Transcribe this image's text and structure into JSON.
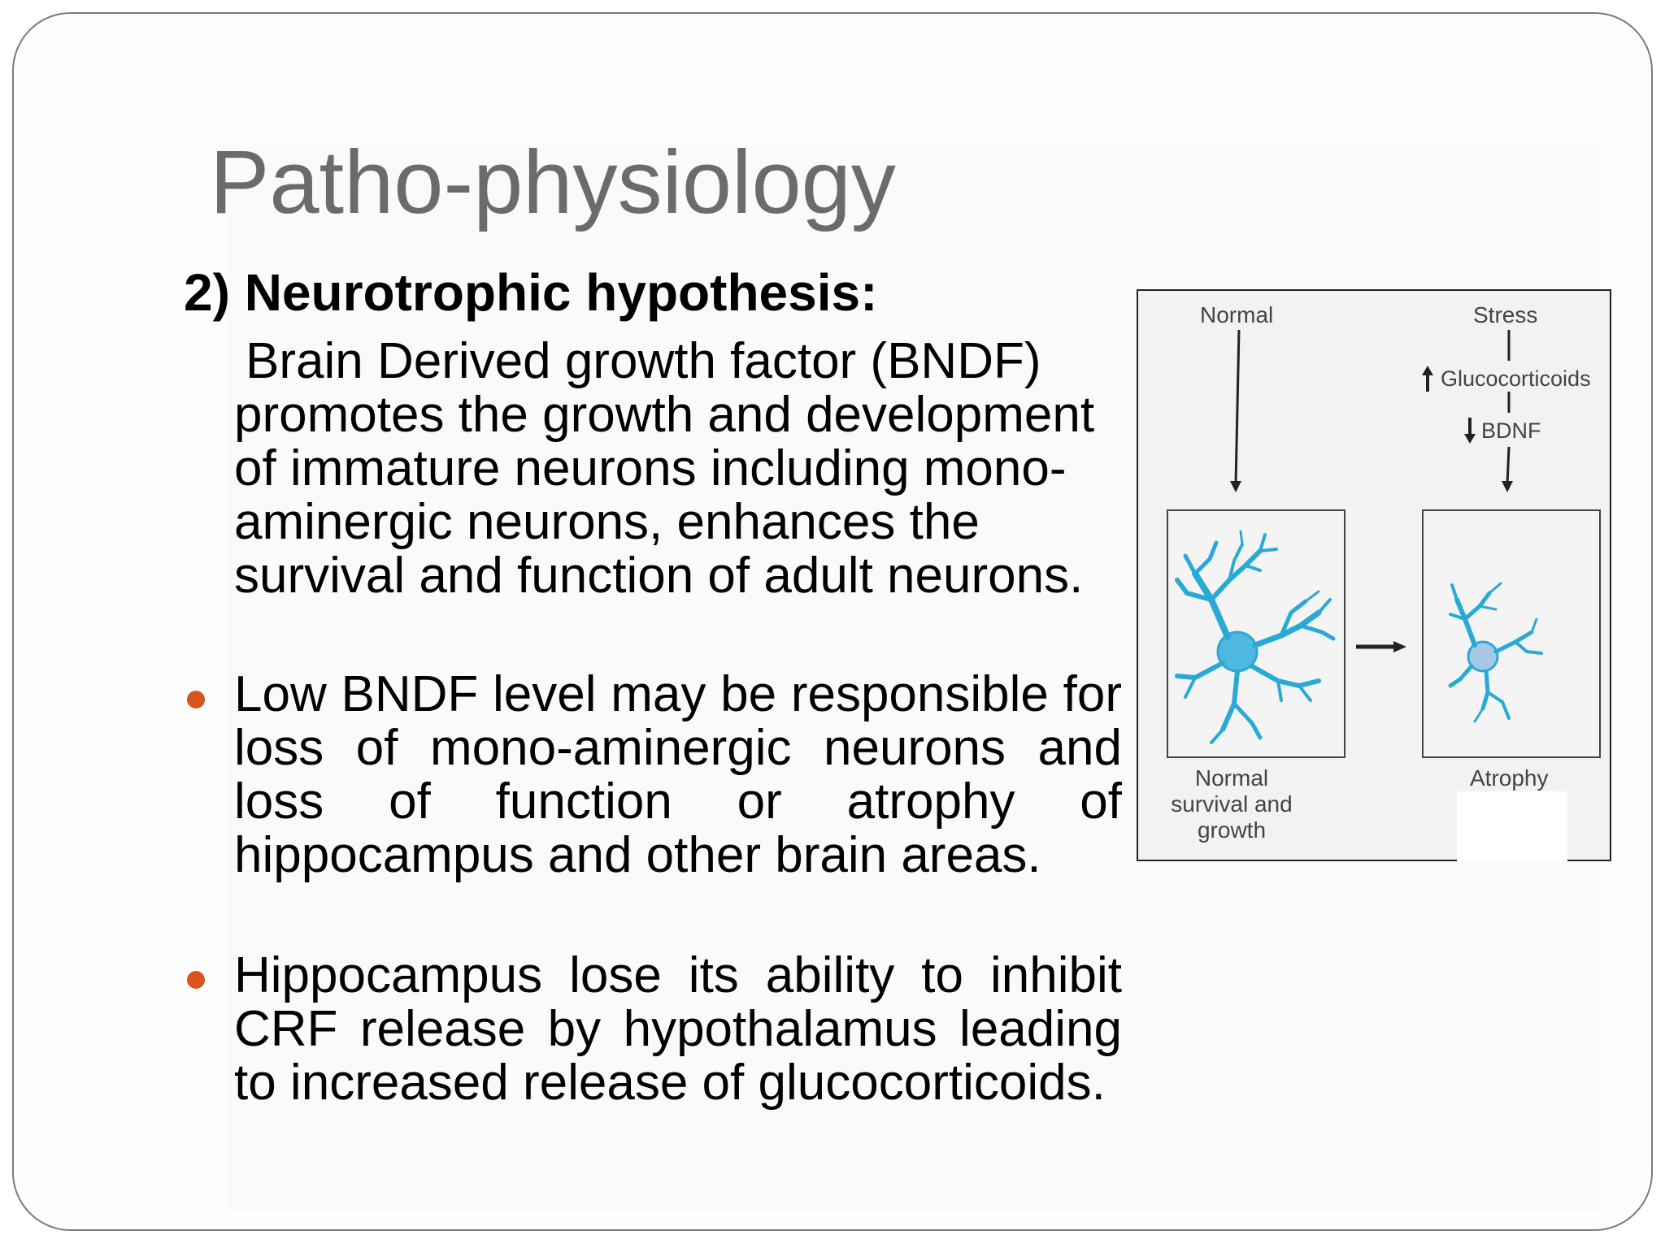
{
  "slide": {
    "title": "Patho-physiology",
    "heading": "2) Neurotrophic hypothesis:",
    "paragraph": "Brain Derived growth factor (BNDF) promotes the growth and development of immature neurons including mono-aminergic neurons, enhances the survival and function of  adult neurons.",
    "bullets": [
      "Low BNDF level may be responsible for loss of mono-aminergic neurons and loss of function or atrophy of hippocampus and other brain areas.",
      "Hippocampus lose its ability to inhibit CRF release by hypothalamus leading to increased release of glucocorticoids."
    ],
    "bullet_color": "#d9541e"
  },
  "figure": {
    "label_normal": "Normal",
    "label_stress": "Stress",
    "label_glucocorticoids": "Glucocorticoids",
    "label_bdnf": "BDNF",
    "label_normal_outcome": "Normal survival and growth",
    "label_atrophy": "Atrophy",
    "neuron_color": "#2aa9d6",
    "icons": [
      "up-arrow-icon",
      "down-arrow-icon",
      "right-arrow-icon"
    ]
  }
}
